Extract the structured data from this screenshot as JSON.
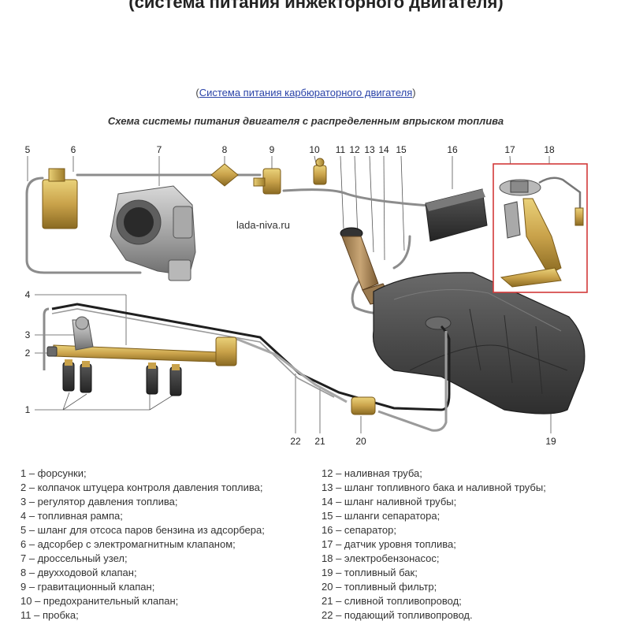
{
  "page_title": "(система питания инжекторного двигателя)",
  "crosslink": {
    "open_paren": "(",
    "link_text": "Система питания карбюраторного двигателя",
    "close_paren": ")"
  },
  "scheme_title": "Схема системы питания двигателя с распределенным впрыском топлива",
  "watermark": "lada-niva.ru",
  "callouts": [
    "1",
    "2",
    "3",
    "4",
    "5",
    "6",
    "7",
    "8",
    "9",
    "10",
    "11",
    "12",
    "13",
    "14",
    "15",
    "16",
    "17",
    "18",
    "19",
    "20",
    "21",
    "22"
  ],
  "legend": [
    "1 – форсунки;",
    "2 – колпачок штуцера контроля давления топлива;",
    "3 – регулятор давления топлива;",
    "4 – топливная рампа;",
    "5 – шланг для отсоса паров бензина из адсорбера;",
    "6 – адсорбер с электромагнитным клапаном;",
    "7 – дроссельный узел;",
    "8 – двухходовой клапан;",
    "9 – гравитационный клапан;",
    "10 – предохранительный клапан;",
    "11 – пробка;",
    "12 – наливная труба;",
    "13 – шланг топливного бака и наливной трубы;",
    "14 – шланг наливной трубы;",
    "15 – шланги сепаратора;",
    "16 – сепаратор;",
    "17 – датчик уровня топлива;",
    "18 – электробензонасос;",
    "19 – топливный бак;",
    "20 – топливный фильтр;",
    "21 – сливной топливопровод;",
    "22 – подающий топливопровод."
  ],
  "colors": {
    "highlight_frame": "#d23a3a",
    "link": "#2a43a8",
    "tank": "#4a4a4a",
    "rail": "#c9a24a"
  }
}
